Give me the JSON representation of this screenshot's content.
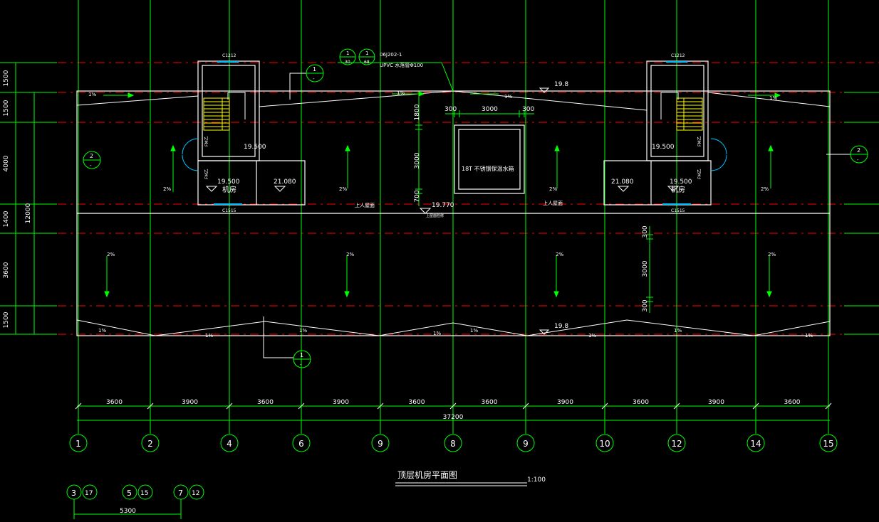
{
  "drawing": {
    "title": "顶层机房平面图",
    "scale": "1:100",
    "colors": {
      "background": "#000000",
      "axis": "#00ff00",
      "grid_red": "#ff0000",
      "wall": "#ffffff",
      "accent": "#00bfff",
      "stair": "#ffff00"
    },
    "axes_bottom": [
      "1",
      "2",
      "4",
      "6",
      "9",
      "8",
      "9",
      "10",
      "12",
      "14",
      "15"
    ],
    "dims_bottom": [
      "3600",
      "3900",
      "3600",
      "3900",
      "3600",
      "3600",
      "3900",
      "3600",
      "3900",
      "3600"
    ],
    "total_dim": "37200",
    "dims_left": [
      "1500",
      "1500",
      "4000",
      "1400",
      "3600",
      "1500"
    ],
    "total_left": "12000",
    "legend_bubbles": [
      {
        "a": "3",
        "b": "17"
      },
      {
        "a": "5",
        "b": "15"
      },
      {
        "a": "7",
        "b": "12"
      }
    ],
    "legend_dim": "5300",
    "elevations": {
      "top_center": "19.8",
      "bottom_center": "19.8",
      "left_room1": "19.500",
      "left_room2": "19.500",
      "left_room3": "21.080",
      "right_room1": "19.500",
      "right_room2": "21.080",
      "right_room3": "19.500",
      "center": "19.770"
    },
    "room_labels": {
      "left": "机房",
      "right": "机房"
    },
    "window_labels": [
      "C1212",
      "C1212",
      "C1515",
      "C1515"
    ],
    "door_labels": [
      "FM乙",
      "FM乙",
      "FM乙",
      "FM乙"
    ],
    "tank_label": "18T 不锈钢保温水箱",
    "roof_labels": [
      "上人屋面",
      "上人屋面"
    ],
    "small_note": "上屋面检修",
    "pipe_ref": "06J202-1",
    "pipe_note": "UPVC 水落管Φ100",
    "detail_ref_top": {
      "num": "1",
      "den": "30"
    },
    "detail_ref_top2": {
      "num": "1",
      "den": "68"
    },
    "section_marks": [
      {
        "num": "1",
        "den": "-"
      },
      {
        "num": "2",
        "den": "-"
      },
      {
        "num": "2",
        "den": "-"
      },
      {
        "num": "1",
        "den": "-"
      }
    ],
    "slopes": {
      "pct1": "1%",
      "pct2": "2%"
    },
    "tank_dims": {
      "h_left": "300",
      "h_mid": "3000",
      "h_right": "300",
      "v_top": "1800",
      "v_mid": "3000",
      "v_bot": "700"
    },
    "right_dims": {
      "a": "300",
      "b": "3000",
      "c": "300"
    }
  }
}
